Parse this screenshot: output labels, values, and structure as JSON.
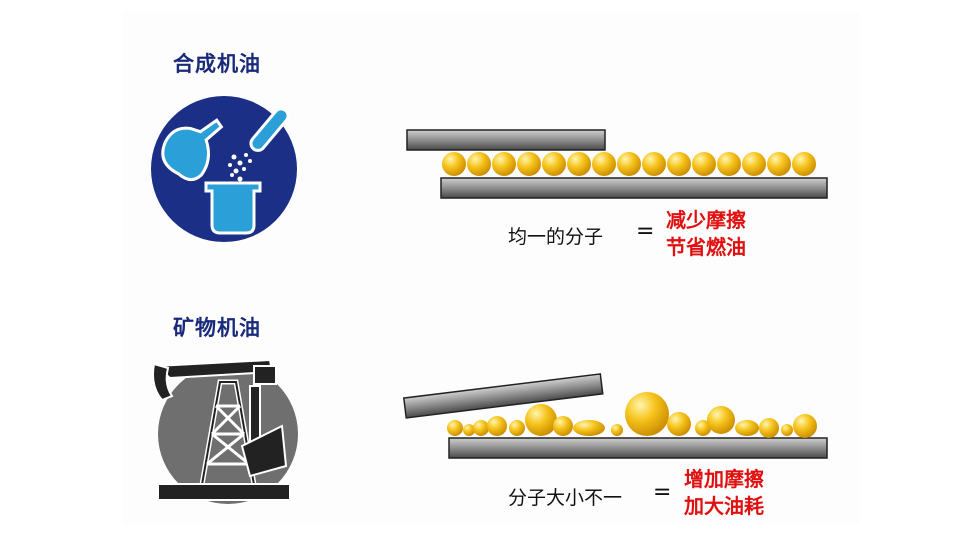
{
  "synthetic": {
    "title": "合成机油",
    "icon": "lab-flask-beaker-icon",
    "equation_lhs": "均一的分子",
    "equals": "=",
    "result_line1": "减少摩擦",
    "result_line2": "节省燃油"
  },
  "mineral": {
    "title": "矿物机油",
    "icon": "oil-pumpjack-derrick-icon",
    "equation_lhs": "分子大小不一",
    "equals": "=",
    "result_line1": "增加摩擦",
    "result_line2": "加大油耗"
  },
  "colors": {
    "title_blue": "#1a2a7a",
    "result_red": "#e01010",
    "icon_blue": "#1c2f86",
    "icon_gray": "#6f6f6f",
    "molecule_gold": "#f2c01a"
  }
}
